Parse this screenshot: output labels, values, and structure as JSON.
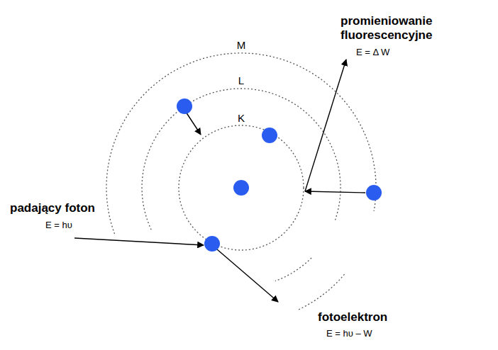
{
  "diagram": {
    "labels": [
      "M",
      "L",
      "K",
      "promieniowanie fluorescencyjne",
      "E = Δ W",
      "padający foton",
      "E = hυ",
      "fotoelektron",
      "E = hυ – W"
    ]
  }
}
